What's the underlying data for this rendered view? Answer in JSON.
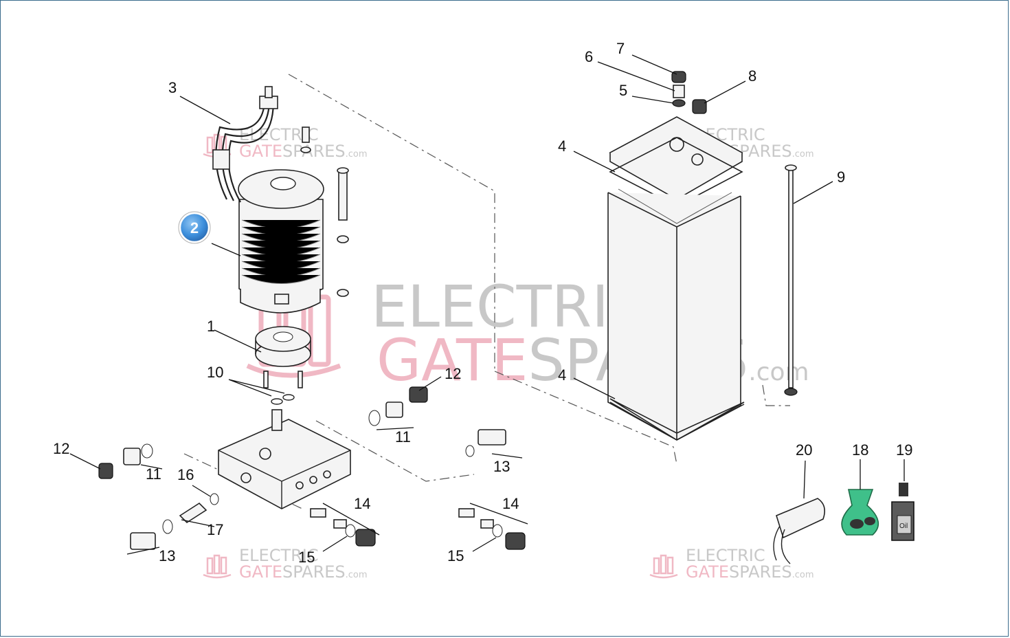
{
  "watermark": {
    "line1": "ELECTRIC",
    "line2_red": "GATE",
    "line2_gray": "SPARES",
    "suffix": ".com"
  },
  "callouts": {
    "c1": "1",
    "c2": "2",
    "c3": "3",
    "c4a": "4",
    "c4b": "4",
    "c5": "5",
    "c6": "6",
    "c7": "7",
    "c8": "8",
    "c9": "9",
    "c10": "10",
    "c11a": "11",
    "c11b": "11",
    "c12a": "12",
    "c12b": "12",
    "c13a": "13",
    "c13b": "13",
    "c14a": "14",
    "c14b": "14",
    "c15a": "15",
    "c15b": "15",
    "c16": "16",
    "c17": "17",
    "c18": "18",
    "c19": "19",
    "c20": "20"
  },
  "highlight_badge": "2",
  "bottle_label": "Oil",
  "colors": {
    "border": "#3a6b8c",
    "watermark_gray": "#c8c8c8",
    "watermark_red": "#f0b8c4",
    "badge_blue": "#3d8fdc",
    "bag_green": "#3fc08a"
  }
}
